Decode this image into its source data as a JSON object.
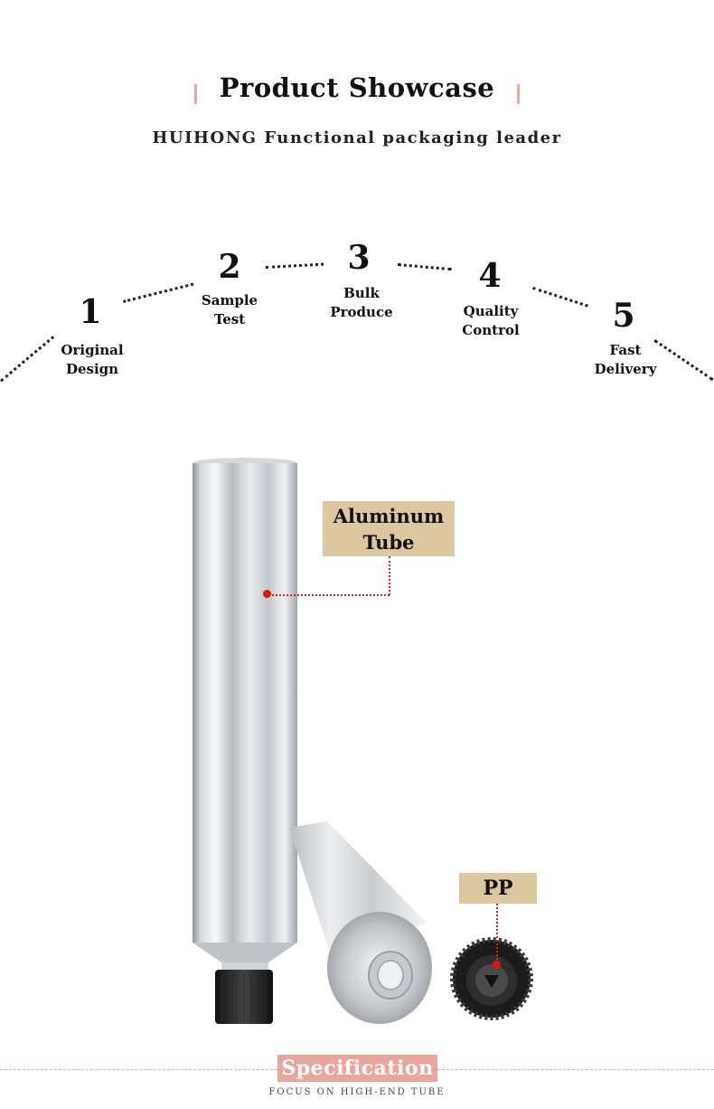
{
  "header": {
    "title": "Product Showcase",
    "subtitle": "HUIHONG Functional packaging leader"
  },
  "steps": [
    {
      "number": "1",
      "label_line1": "Original",
      "label_line2": "Design"
    },
    {
      "number": "2",
      "label_line1": "Sample",
      "label_line2": "Test"
    },
    {
      "number": "3",
      "label_line1": "Bulk",
      "label_line2": "Produce"
    },
    {
      "number": "4",
      "label_line1": "Quality",
      "label_line2": "Control"
    },
    {
      "number": "5",
      "label_line1": "Fast",
      "label_line2": "Delivery"
    }
  ],
  "callouts": {
    "tube_line1": "Aluminum",
    "tube_line2": "Tube",
    "cap": "PP"
  },
  "footer": {
    "section_label": "Specification",
    "tagline": "FOCUS ON HIGH-END TUBE"
  },
  "colors": {
    "accent_pink": "#e8a79a",
    "callout_tan": "#dcc7a0",
    "pointer_red": "#e0130f"
  }
}
